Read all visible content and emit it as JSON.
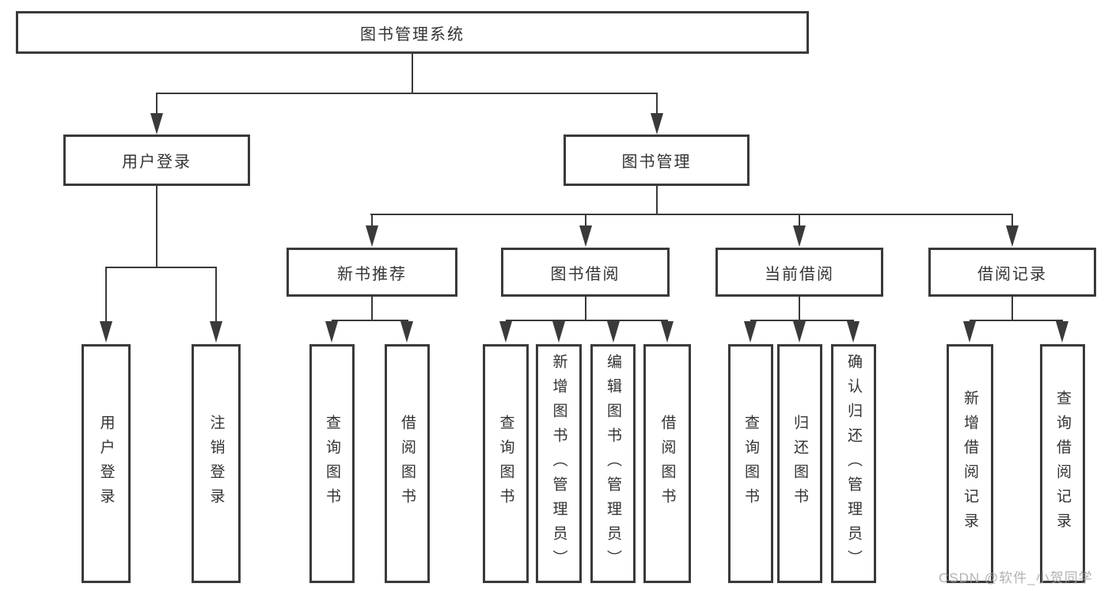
{
  "diagram": {
    "type": "tree",
    "root": {
      "id": "library-management-system",
      "label": "图书管理系统"
    },
    "level2": [
      {
        "id": "user-login",
        "label": "用户登录",
        "parent": "library-management-system"
      },
      {
        "id": "book-management",
        "label": "图书管理",
        "parent": "library-management-system"
      }
    ],
    "level3": [
      {
        "id": "new-book-recommendation",
        "label": "新书推荐",
        "parent": "book-management"
      },
      {
        "id": "book-borrowing",
        "label": "图书借阅",
        "parent": "book-management"
      },
      {
        "id": "current-borrowing",
        "label": "当前借阅",
        "parent": "book-management"
      },
      {
        "id": "borrowing-records",
        "label": "借阅记录",
        "parent": "book-management"
      }
    ],
    "leaves": [
      {
        "id": "user-login-action",
        "label": "用户登录",
        "parent": "user-login"
      },
      {
        "id": "logout-action",
        "label": "注销登录",
        "parent": "user-login"
      },
      {
        "id": "query-books-recommend",
        "label": "查询图书",
        "parent": "new-book-recommendation"
      },
      {
        "id": "borrow-books-recommend",
        "label": "借阅图书",
        "parent": "new-book-recommendation"
      },
      {
        "id": "query-books-borrowing",
        "label": "查询图书",
        "parent": "book-borrowing"
      },
      {
        "id": "add-book-admin",
        "label": "新增图书（管理员）",
        "parent": "book-borrowing"
      },
      {
        "id": "edit-book-admin",
        "label": "编辑图书（管理员）",
        "parent": "book-borrowing"
      },
      {
        "id": "borrow-books-borrowing",
        "label": "借阅图书",
        "parent": "book-borrowing"
      },
      {
        "id": "query-books-current",
        "label": "查询图书",
        "parent": "current-borrowing"
      },
      {
        "id": "return-books",
        "label": "归还图书",
        "parent": "current-borrowing"
      },
      {
        "id": "confirm-return-admin",
        "label": "确认归还（管理员）",
        "parent": "current-borrowing"
      },
      {
        "id": "add-borrow-record",
        "label": "新增借阅记录",
        "parent": "borrowing-records"
      },
      {
        "id": "query-borrow-record",
        "label": "查询借阅记录",
        "parent": "borrowing-records"
      }
    ]
  },
  "watermark": "CSDN @软件_小贺同学",
  "colors": {
    "line": "#3a3a3a",
    "border": "#3a3a3a",
    "text": "#333333",
    "watermark": "#a5a5a5",
    "background": "#ffffff"
  }
}
